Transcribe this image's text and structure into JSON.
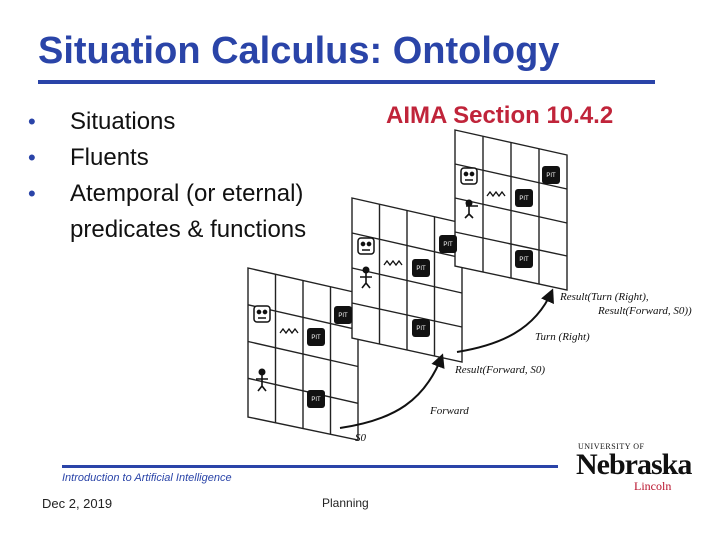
{
  "slide": {
    "title": "Situation Calculus: Ontology",
    "reference": "AIMA Section 10.4.2",
    "bullets": [
      {
        "line1": "Situations",
        "line2": ""
      },
      {
        "line1": "Fluents",
        "line2": ""
      },
      {
        "line1": "Atemporal (or eternal)",
        "line2": "predicates & functions"
      }
    ],
    "bullet_glyph": "•",
    "accent_color": "#2a44a8",
    "reference_color": "#c0243a"
  },
  "figure": {
    "pit_label": "PIT",
    "labels": {
      "s0": "S0",
      "forward": "Forward",
      "result_forward": "Result(Forward, S0)",
      "turn_right": "Turn (Right)",
      "result_turn_line1": "Result(Turn (Right),",
      "result_turn_line2": "Result(Forward, S0))"
    }
  },
  "footer": {
    "course": "Introduction to Artificial Intelligence",
    "date": "Dec 2, 2019",
    "topic": "Planning"
  },
  "logo": {
    "top_text": "UNIVERSITY OF",
    "name": "Nebraska",
    "campus": "Lincoln",
    "campus_color": "#b8102a"
  }
}
